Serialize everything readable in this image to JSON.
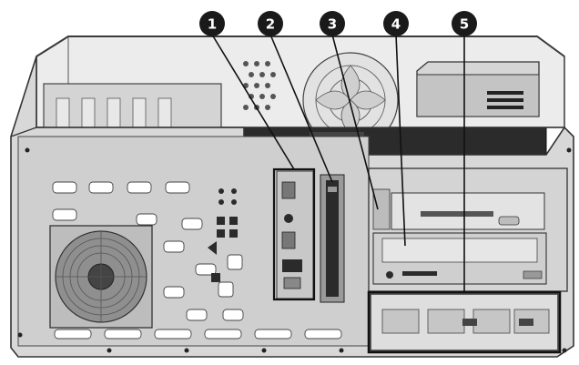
{
  "figure": {
    "callouts": [
      {
        "number": "1"
      },
      {
        "number": "2"
      },
      {
        "number": "3"
      },
      {
        "number": "4"
      },
      {
        "number": "5"
      }
    ]
  },
  "colors": {
    "chassis_light": "#dcdcdc",
    "chassis_mid": "#bdbdbd",
    "chassis_dark": "#8a8a8a",
    "outline": "#3a3a3a",
    "black_panel": "#2b2b2b",
    "callout_fill": "#1a1a1a",
    "callout_text": "#ffffff"
  }
}
